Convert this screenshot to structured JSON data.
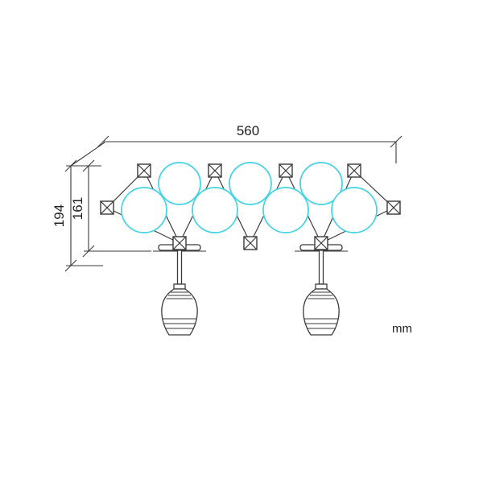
{
  "diagram": {
    "type": "technical-drawing",
    "unit_label": "mm",
    "dimensions": {
      "overall_width": "560",
      "overall_height": "194",
      "inner_height": "161"
    },
    "colors": {
      "line": "#3a3a3a",
      "globe_stroke": "#43d3e3",
      "text": "#1f1f1f",
      "background": "#ffffff"
    },
    "elements": {
      "crossed_node_boxes": 9,
      "globes_back_row": 3,
      "globes_front_row": 4,
      "pendant_sockets": 2
    }
  }
}
